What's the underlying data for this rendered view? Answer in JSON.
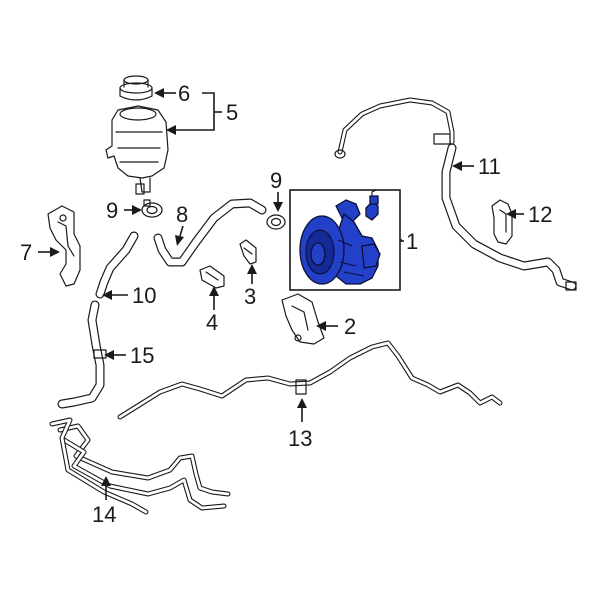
{
  "callouts": {
    "c1": "1",
    "c2": "2",
    "c3": "3",
    "c4": "4",
    "c5": "5",
    "c6": "6",
    "c7": "7",
    "c8": "8",
    "c9a": "9",
    "c9b": "9",
    "c10": "10",
    "c11": "11",
    "c12": "12",
    "c13": "13",
    "c14": "14",
    "c15": "15"
  },
  "colors": {
    "highlight_part": "#2340c8",
    "line_art": "#1a1a1a",
    "background": "#ffffff"
  },
  "highlighted_part_callout": "1"
}
